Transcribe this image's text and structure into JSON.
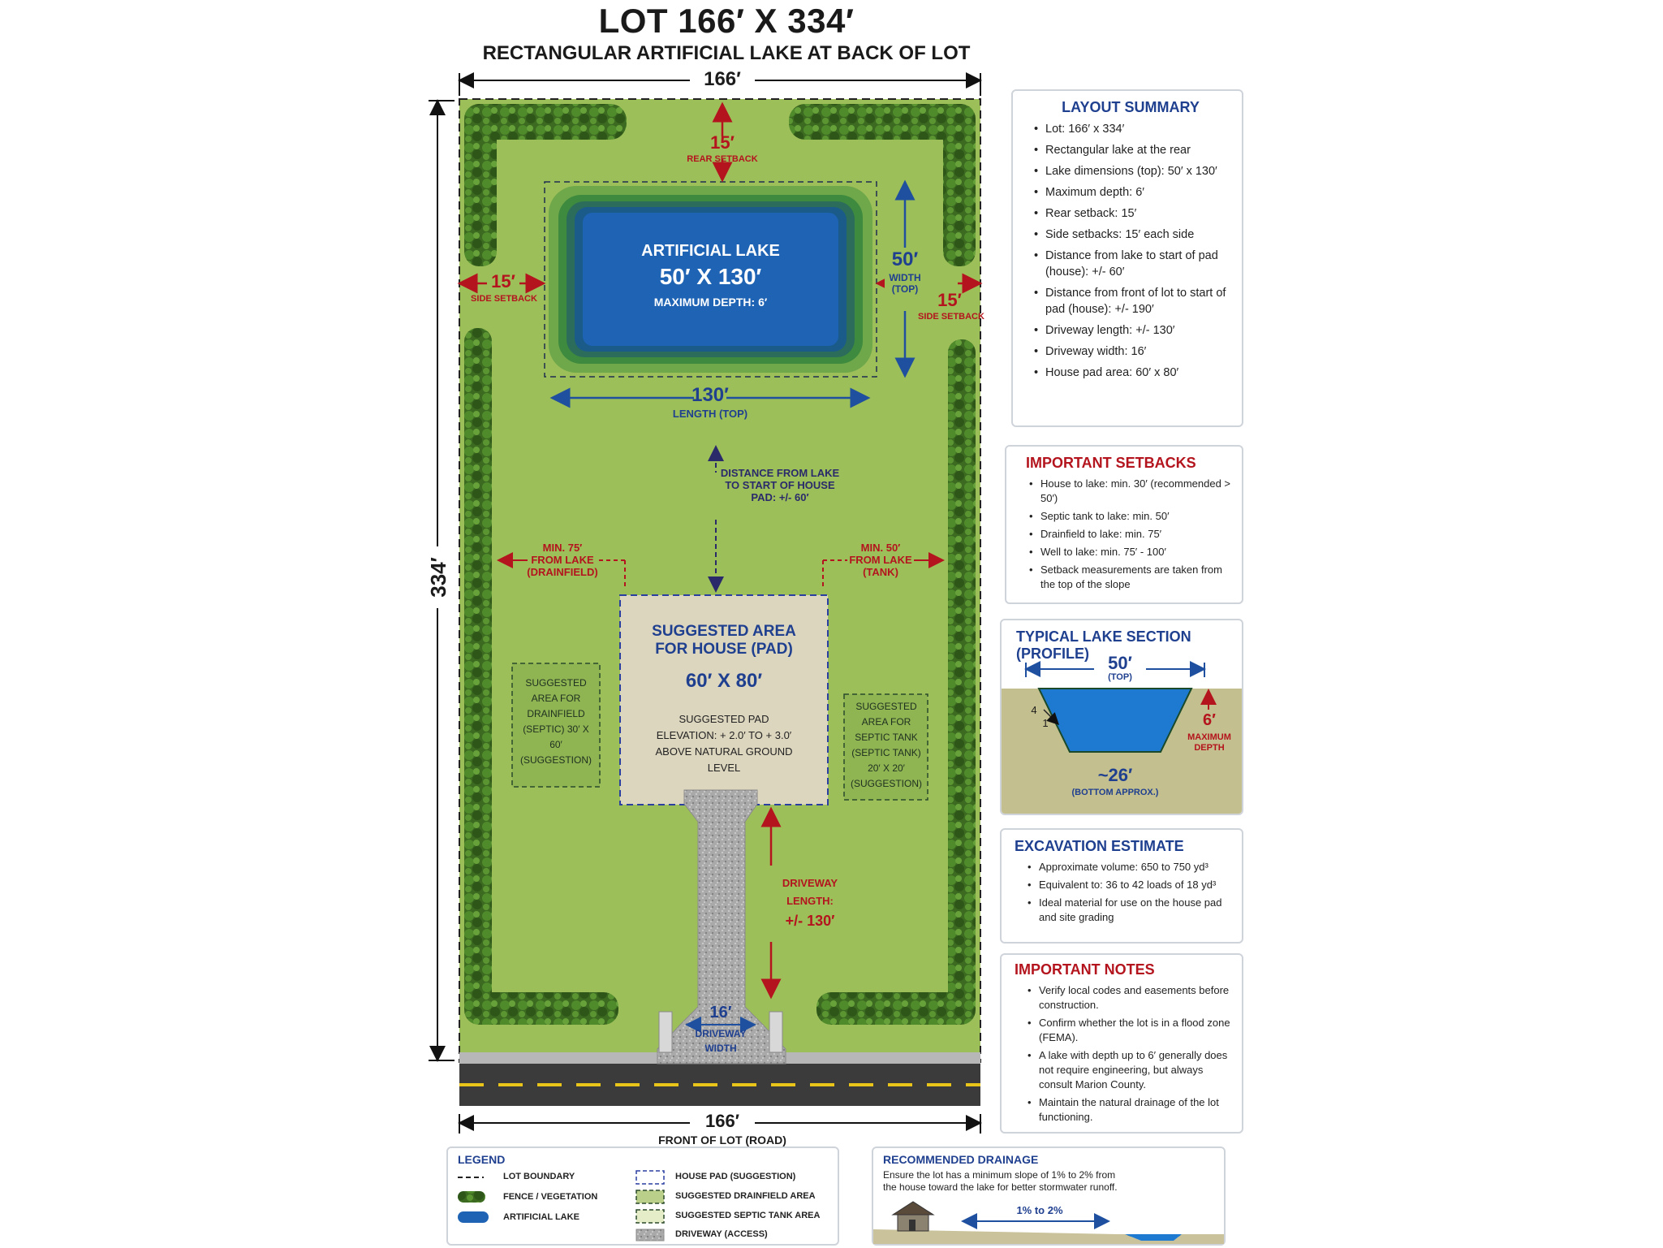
{
  "header": {
    "title": "LOT 166′ X 334′",
    "subtitle": "RECTANGULAR ARTIFICIAL LAKE AT BACK OF LOT"
  },
  "site_plan": {
    "top_width": "166′",
    "bottom_width": "166′",
    "front_label": "FRONT OF LOT (ROAD)",
    "left_length": "334′",
    "rear_setback_value": "15′",
    "rear_setback_label": "REAR SETBACK",
    "side_setback_left_value": "15′",
    "side_setback_left_label": "SIDE SETBACK",
    "side_setback_right_value": "15′",
    "side_setback_right_label": "SIDE SETBACK",
    "lake_title": "ARTIFICIAL LAKE",
    "lake_size": "50′ X 130′",
    "lake_depth": "MAXIMUM DEPTH: 6′",
    "lake_width_value": "50′",
    "lake_width_label": "WIDTH (TOP)",
    "lake_length_value": "130′",
    "lake_length_label": "LENGTH (TOP)",
    "lake_to_pad": "DISTANCE FROM LAKE TO START OF HOUSE PAD: +/- 60′",
    "drainfield_note": "MIN. 75′ FROM LAKE (DRAINFIELD)",
    "tank_note": "MIN. 50′ FROM LAKE (TANK)",
    "house_title": "SUGGESTED AREA FOR HOUSE (PAD)",
    "house_size": "60′ X 80′",
    "house_elevation": "SUGGESTED PAD ELEVATION: + 2.0′ TO + 3.0′ ABOVE NATURAL GROUND LEVEL",
    "drainfield_area": "SUGGESTED AREA FOR DRAINFIELD (SEPTIC) 30′ X 60′ (SUGGESTION)",
    "septic_area": "SUGGESTED AREA FOR SEPTIC TANK (SEPTIC TANK) 20′ X 20′ (SUGGESTION)",
    "driveway_length_label": "DRIVEWAY LENGTH:",
    "driveway_length_value": "+/- 130′",
    "driveway_width_value": "16′",
    "driveway_width_label": "DRIVEWAY WIDTH"
  },
  "layout_summary": {
    "title": "LAYOUT SUMMARY",
    "items": [
      "Lot: 166′ x 334′",
      "Rectangular lake at the rear",
      "Lake dimensions (top): 50′ x 130′",
      "Maximum depth: 6′",
      "Rear setback: 15′",
      "Side setbacks: 15′ each side",
      "Distance from lake to start of pad (house): +/- 60′",
      "Distance from front of lot to start of pad (house): +/- 190′",
      "Driveway length: +/- 130′",
      "Driveway width: 16′",
      "House pad area: 60′ x 80′"
    ]
  },
  "important_setbacks": {
    "title": "IMPORTANT SETBACKS",
    "items": [
      "House to lake: min. 30′ (recommended > 50′)",
      "Septic tank to lake: min. 50′",
      "Drainfield to lake: min. 75′",
      "Well to lake: min. 75′ - 100′",
      "Setback measurements are taken from the top of the slope"
    ]
  },
  "lake_section": {
    "title": "TYPICAL LAKE SECTION (PROFILE)",
    "top_width": "50′",
    "top_label": "(TOP)",
    "slope_rise": "4",
    "slope_run": "1",
    "depth_value": "6′",
    "depth_label": "MAXIMUM DEPTH",
    "bottom_value": "~26′",
    "bottom_label": "(BOTTOM APPROX.)"
  },
  "excavation": {
    "title": "EXCAVATION ESTIMATE",
    "items": [
      "Approximate volume: 650 to 750 yd³",
      "Equivalent to: 36 to 42 loads of 18 yd³",
      "Ideal material for use on the house pad and site grading"
    ]
  },
  "important_notes": {
    "title": "IMPORTANT NOTES",
    "items": [
      "Verify local codes and easements before construction.",
      "Confirm whether the lot is in a flood zone (FEMA).",
      "A lake with depth up to 6′ generally does not require engineering, but always consult Marion County.",
      "Maintain the natural drainage of the lot functioning."
    ]
  },
  "legend": {
    "title": "LEGEND",
    "items": [
      "LOT BOUNDARY",
      "FENCE / VEGETATION",
      "ARTIFICIAL LAKE",
      "HOUSE PAD (SUGGESTION)",
      "SUGGESTED DRAINFIELD AREA",
      "SUGGESTED SEPTIC TANK AREA",
      "DRIVEWAY (ACCESS)"
    ]
  },
  "drainage": {
    "title": "RECOMMENDED DRAINAGE",
    "text": "Ensure the lot has a minimum slope of 1% to 2% from the house toward the lake for better stormwater runoff.",
    "slope_label": "1% to 2%"
  },
  "colors": {
    "grass": "#9dbf5a",
    "hedge": "#3f6d22",
    "lake": "#1e63b4",
    "title_blue": "#1f3f8f",
    "accent_red": "#b3141d",
    "pad": "#ddd6bf"
  }
}
